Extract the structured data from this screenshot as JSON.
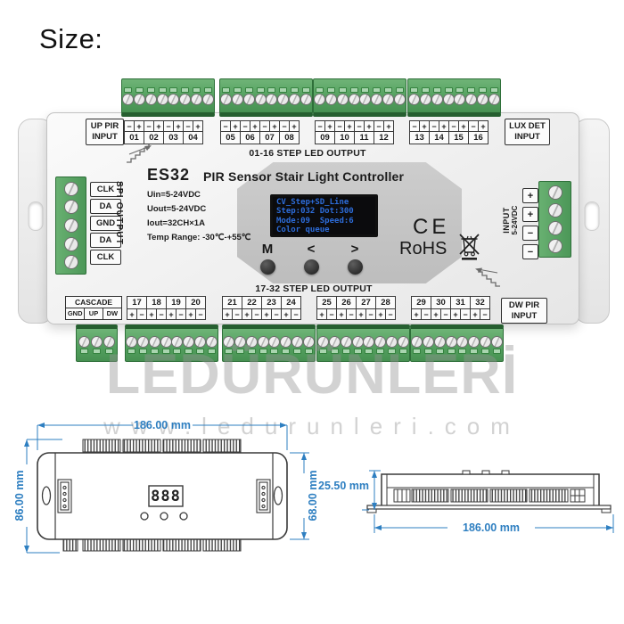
{
  "page": {
    "size_label": "Size:"
  },
  "watermark": {
    "brand": "LEDÜRÜNLERİ",
    "url": "www.ledurunleri.com"
  },
  "device": {
    "model": "ES32",
    "product_name": "PIR Sensor Stair Light Controller",
    "specs": [
      "Uin=5-24VDC",
      "Uout=5-24VDC",
      "Iout=32CH×1A",
      "Temp Range: -30℃-+55℃"
    ],
    "labels": {
      "up_pir": [
        "UP PIR",
        "INPUT"
      ],
      "lux_det": [
        "LUX DET",
        "INPUT"
      ],
      "dw_pir": [
        "DW PIR",
        "INPUT"
      ],
      "top_output": "01-16 STEP LED OUTPUT",
      "bottom_output": "17-32 STEP LED OUTPUT",
      "cascade_title": "CASCADE",
      "spi_output": "SPI OUTPUT",
      "power_input": [
        "INPUT",
        "5-24VDC"
      ]
    },
    "cascade_pins": [
      "GND",
      "UP",
      "DW"
    ],
    "spi_pins": [
      "CLK",
      "DA",
      "GND",
      "DA",
      "CLK"
    ],
    "power_pins": [
      "+",
      "+",
      "−",
      "−"
    ],
    "polarity_top": [
      "−",
      "+"
    ],
    "polarity_bottom": [
      "+",
      "−"
    ],
    "top_channels": [
      [
        "01",
        "02",
        "03",
        "04"
      ],
      [
        "05",
        "06",
        "07",
        "08"
      ],
      [
        "09",
        "10",
        "11",
        "12"
      ],
      [
        "13",
        "14",
        "15",
        "16"
      ]
    ],
    "bottom_channels": [
      [
        "17",
        "18",
        "19",
        "20"
      ],
      [
        "21",
        "22",
        "23",
        "24"
      ],
      [
        "25",
        "26",
        "27",
        "28"
      ],
      [
        "29",
        "30",
        "31",
        "32"
      ]
    ],
    "display_lines": [
      "CV_Step+SD_Line",
      "Step:032 Dot:300",
      "Mode:09  Speed:6",
      "Color queue"
    ],
    "buttons": [
      "M",
      "<",
      ">"
    ],
    "certifications": {
      "ce": "CE",
      "rohs": "RoHS"
    }
  },
  "dimensions": {
    "top_view": {
      "width": "186.00 mm",
      "height": "86.00 mm",
      "inner_height": "68.00 mm",
      "display_text": "888"
    },
    "side_view": {
      "height": "25.50 mm",
      "width": "186.00 mm"
    }
  },
  "colors": {
    "terminal_green": "#4f9a5b",
    "dimension_blue": "#2e7fc1",
    "display_blue": "#2d6cd8"
  }
}
